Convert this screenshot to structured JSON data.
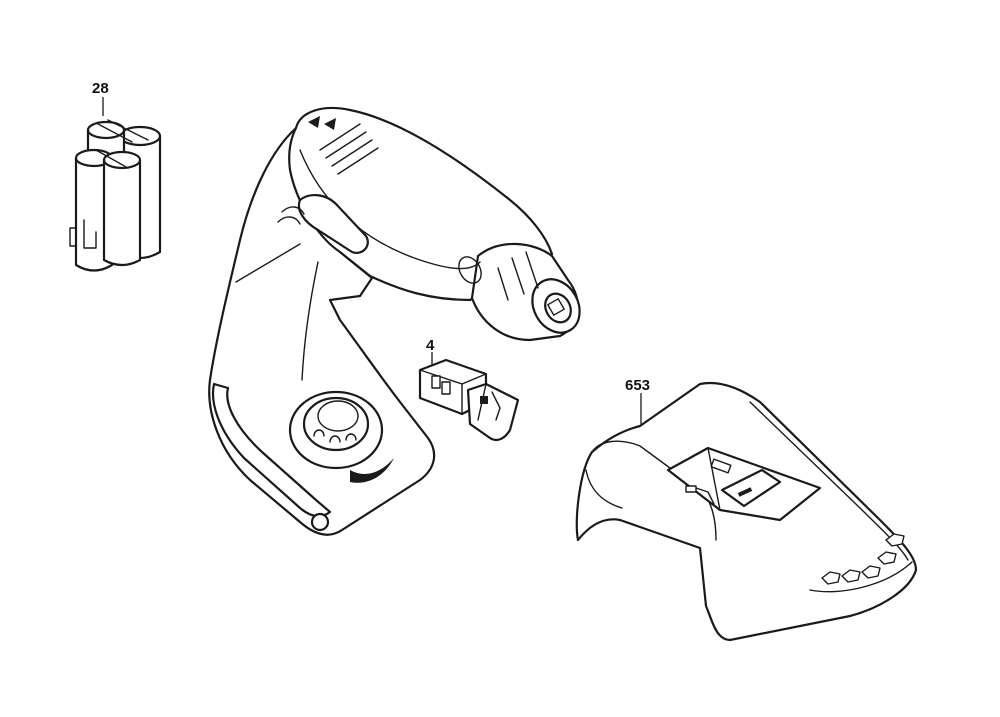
{
  "callouts": {
    "battery_pack": "28",
    "switch_module": "4",
    "charger": "653"
  },
  "colors": {
    "line": "#1a1a1a",
    "background": "#ffffff"
  }
}
